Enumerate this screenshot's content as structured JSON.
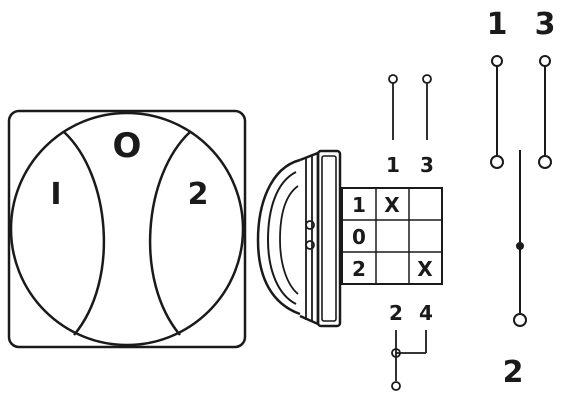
{
  "knob_face": {
    "left_label": "I",
    "top_label": "O",
    "right_label": "2"
  },
  "contact_terminals": {
    "top_left": "1",
    "top_right": "3",
    "bottom_left": "2",
    "bottom_right": "4"
  },
  "switching_table": {
    "rows": [
      {
        "position": "1",
        "cells": [
          "X",
          ""
        ]
      },
      {
        "position": "0",
        "cells": [
          "",
          ""
        ]
      },
      {
        "position": "2",
        "cells": [
          "",
          "X"
        ]
      }
    ]
  },
  "schematic": {
    "top_left": "1",
    "top_right": "3",
    "bottom": "2"
  },
  "colors": {
    "line": "#1a1a1a",
    "background": "#ffffff"
  }
}
